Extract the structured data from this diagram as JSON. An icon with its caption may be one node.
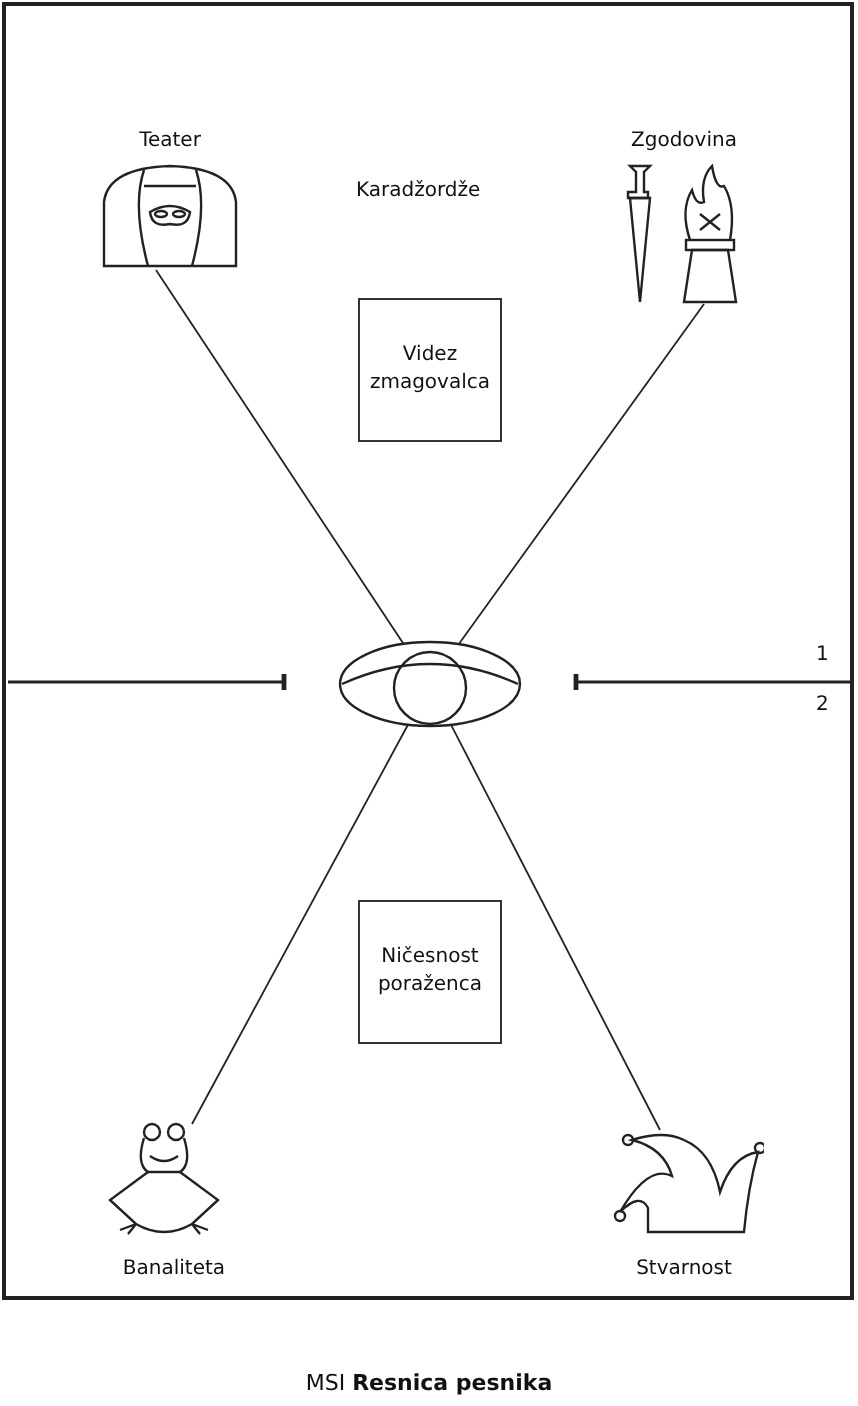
{
  "diagram": {
    "caption": "MSI **Resnica pesnika**",
    "nodes": [
      {
        "text": [
          "Teater"
        ]
      },
      {
        "text": [
          "Zgodovina"
        ]
      },
      {
        "text": [
          "Videz zmagovalca"
        ]
      },
      {
        "text": [],
        "shape": "eye"
      },
      {
        "text": [
          "Ničesnost poraženca"
        ]
      },
      {
        "text": [
          "Banaliteta"
        ]
      },
      {
        "text": [
          "Stvarnost"
        ]
      }
    ],
    "edges": [
      {
        "from": 0,
        "to": 3,
        "arrow": "none"
      },
      {
        "from": 1,
        "to": 3,
        "arrow": "none"
      },
      {
        "from": 5,
        "to": 3,
        "arrow": "none"
      },
      {
        "from": 6,
        "to": 3,
        "arrow": "none"
      }
    ],
    "labels": [
      "Karadžordže",
      "1",
      "2"
    ]
  }
}
